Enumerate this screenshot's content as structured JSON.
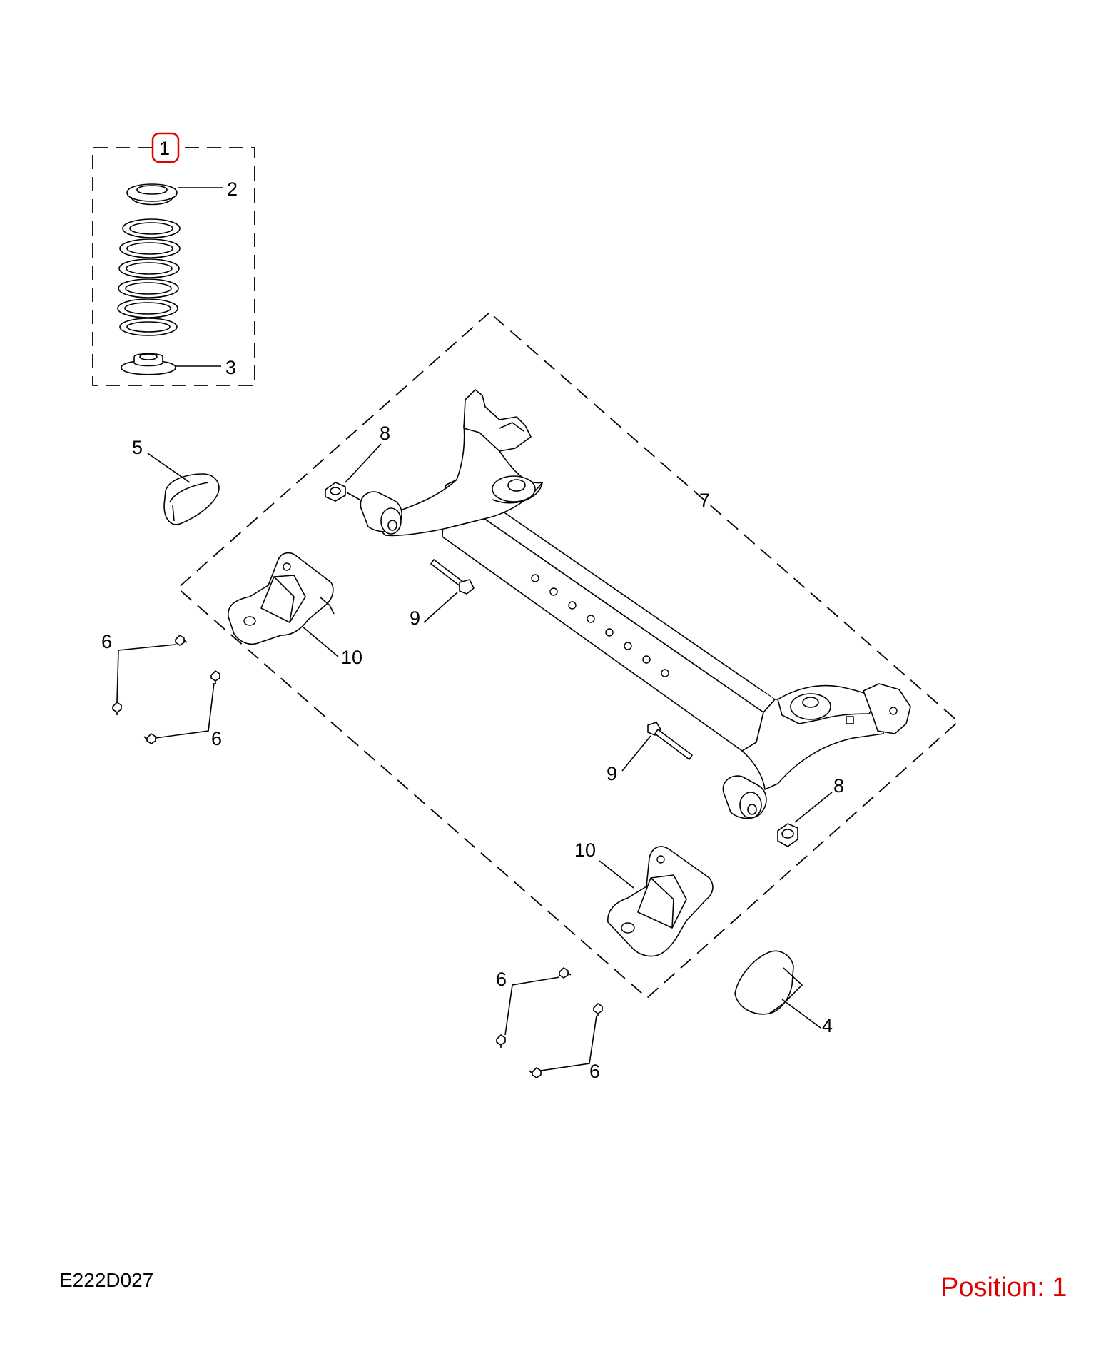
{
  "diagram_code": "E222D027",
  "position_label": "Position: 1",
  "highlight_color": "#e00000",
  "callouts": {
    "c1": "1",
    "c2": "2",
    "c3": "3",
    "c4": "4",
    "c5": "5",
    "c6a": "6",
    "c6b": "6",
    "c6c": "6",
    "c6d": "6",
    "c7": "7",
    "c8a": "8",
    "c8b": "8",
    "c9a": "9",
    "c9b": "9",
    "c10a": "10",
    "c10b": "10"
  }
}
